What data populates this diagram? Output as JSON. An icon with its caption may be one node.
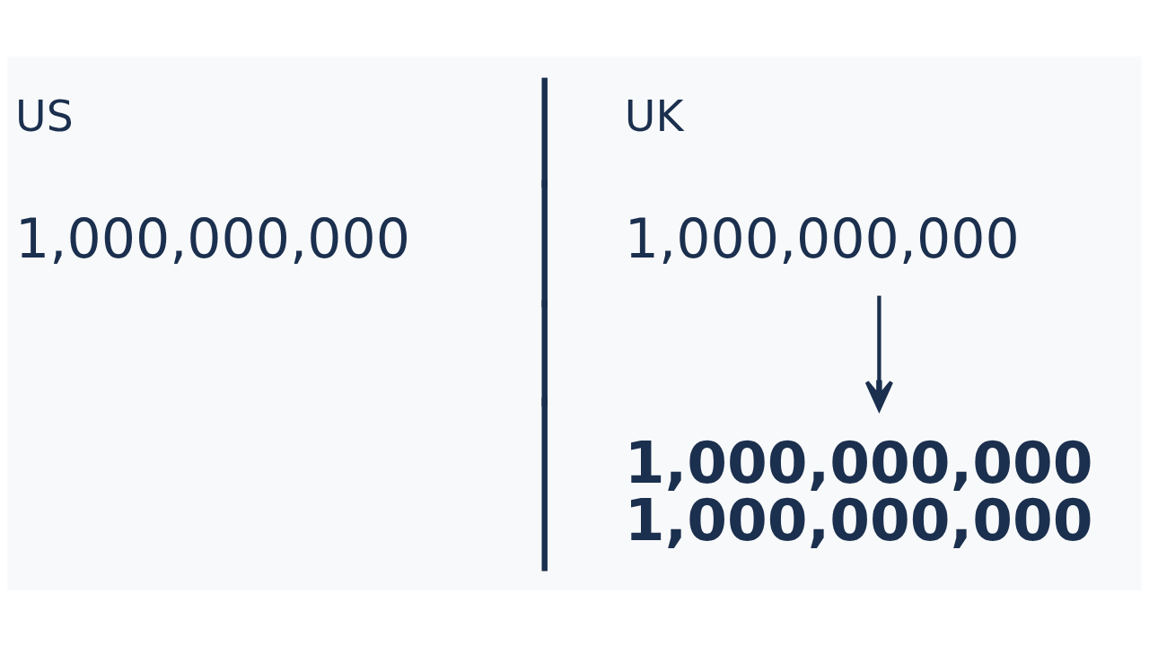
{
  "diagram": {
    "nodes": [
      {
        "text": [
          "1,000,000,000"
        ]
      },
      {
        "text": [
          "1,000,000,000",
          "1,000,000,000"
        ]
      }
    ],
    "edges": [
      {
        "from": 0,
        "to": 1,
        "arrow": "to"
      }
    ],
    "labels": [
      "US",
      "1,000,000,000",
      "UK"
    ]
  }
}
